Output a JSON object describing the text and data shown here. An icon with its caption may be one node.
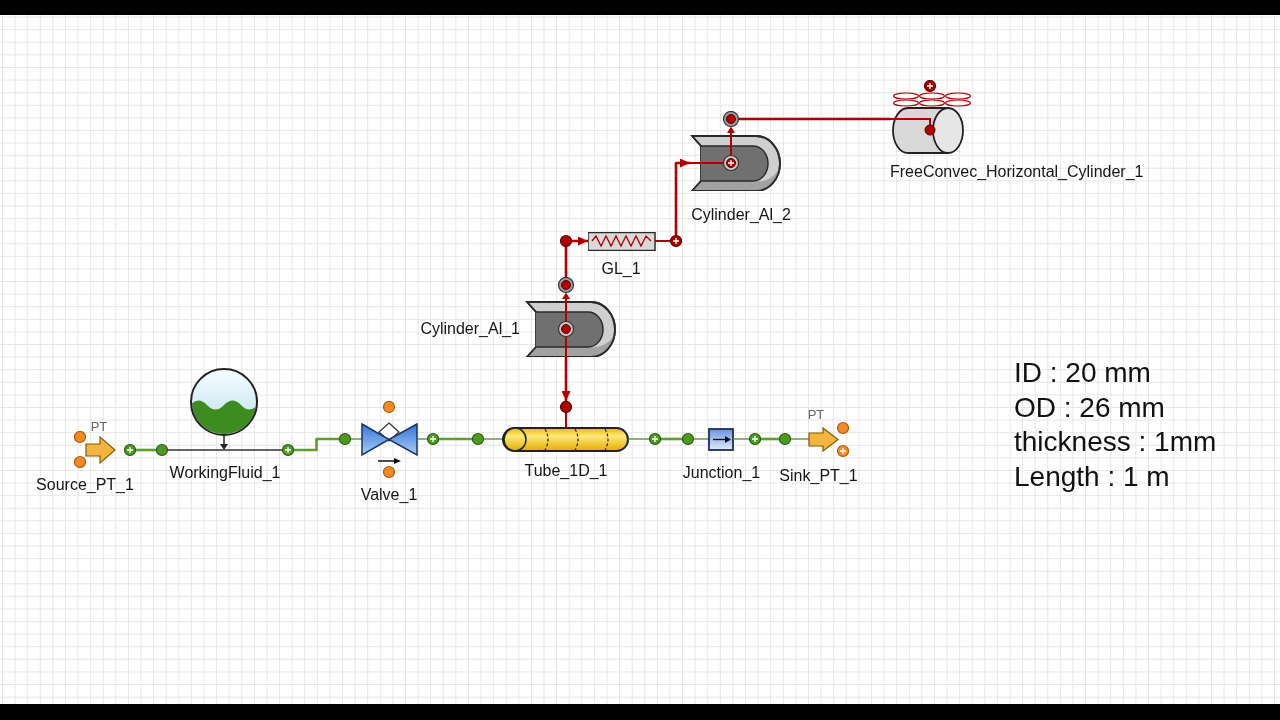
{
  "diagram": {
    "nodes": [
      {
        "text": [
          "Source_PT_1"
        ],
        "beside": [
          "PT"
        ]
      },
      {
        "text": [
          "WorkingFluid_1"
        ]
      },
      {
        "text": [
          "Valve_1"
        ]
      },
      {
        "text": [
          "Tube_1D_1"
        ]
      },
      {
        "text": [
          "Junction_1"
        ]
      },
      {
        "text": [
          "Sink_PT_1"
        ],
        "beside": [
          "PT"
        ]
      },
      {
        "text": [
          "Cylinder_Al_1"
        ]
      },
      {
        "text": [
          "GL_1"
        ]
      },
      {
        "text": [
          "Cylinder_Al_2"
        ]
      },
      {
        "text": [
          "FreeConvec_Horizontal_Cylinder_1"
        ]
      }
    ],
    "edges": [
      {
        "from": 0,
        "to": 1,
        "arrow": "none"
      },
      {
        "from": 1,
        "to": 2,
        "arrow": "none"
      },
      {
        "from": 2,
        "to": 3,
        "arrow": "none"
      },
      {
        "from": 3,
        "to": 4,
        "arrow": "none"
      },
      {
        "from": 4,
        "to": 5,
        "arrow": "none"
      },
      {
        "from": 6,
        "to": 3,
        "arrow": "to",
        "color": "#b00000"
      },
      {
        "from": 6,
        "to": 7,
        "arrow": "to",
        "color": "#b00000"
      },
      {
        "from": 7,
        "to": 8,
        "arrow": "to",
        "color": "#b00000"
      },
      {
        "from": 8,
        "to": 9,
        "arrow": "none",
        "color": "#b00000"
      }
    ],
    "labels": [
      "ID : 20 mm",
      "OD : 26 mm",
      "thickness : 1mm",
      "Length : 1 m"
    ]
  }
}
